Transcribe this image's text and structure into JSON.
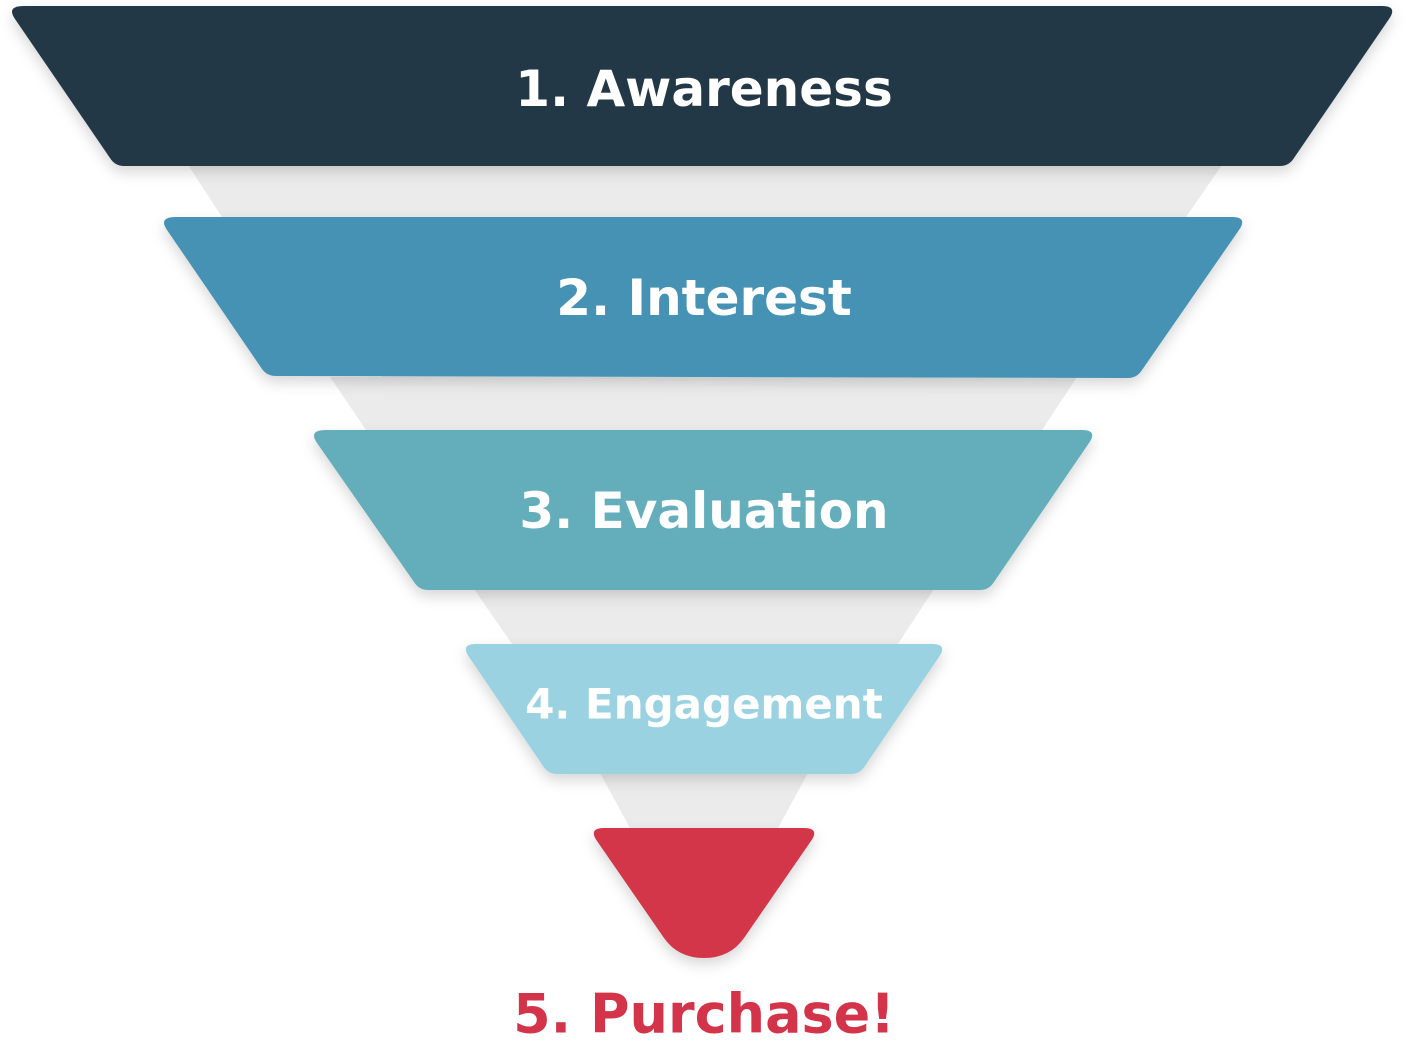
{
  "stages": [
    {
      "label": "1. Awareness",
      "color": "#233847"
    },
    {
      "label": "2. Interest",
      "color": "#4592b4"
    },
    {
      "label": "3. Evaluation",
      "color": "#63aeba"
    },
    {
      "label": "4. Engagement",
      "color": "#9bd2e1"
    },
    {
      "label": "5. Purchase!",
      "color": "#d3344a"
    }
  ],
  "colors": {
    "connector": "#ebebeb",
    "background": "#ffffff"
  }
}
